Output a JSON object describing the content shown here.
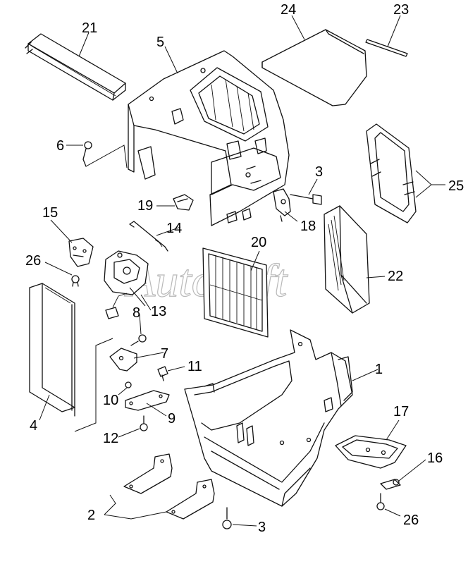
{
  "watermark": "AutoSoft",
  "callouts": {
    "c21": "21",
    "c5": "5",
    "c24": "24",
    "c23": "23",
    "c6": "6",
    "c3a": "3",
    "c25": "25",
    "c19": "19",
    "c18": "18",
    "c15": "15",
    "c14": "14",
    "c26a": "26",
    "c20": "20",
    "c22": "22",
    "c8": "8",
    "c13": "13",
    "c7": "7",
    "c11": "11",
    "c1": "1",
    "c10": "10",
    "c9": "9",
    "c4": "4",
    "c12": "12",
    "c17": "17",
    "c16": "16",
    "c2": "2",
    "c3b": "3",
    "c26b": "26"
  }
}
